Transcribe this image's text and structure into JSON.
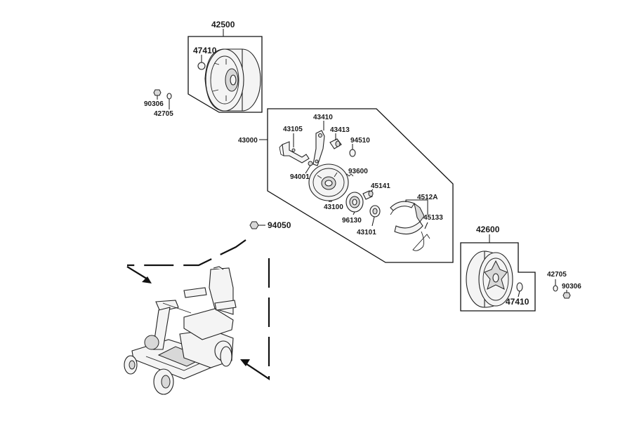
{
  "parts": {
    "rear_wheel_left_assembly": "42500",
    "hub_cap_left": "47410",
    "nut_left": "90306",
    "washer_left": "42705",
    "brake_assembly": "43000",
    "brake_bracket": "43105",
    "brake_lever": "43410",
    "lever_pin": "43413",
    "e_clip": "94510",
    "bolt_94001": "94001",
    "spring_93600": "93600",
    "brake_drum_plate": "43100",
    "bearing_spacer": "45141",
    "shoe_set": "4512A",
    "bearing": "96130",
    "spring_45133": "45133",
    "collar": "43101",
    "axle_nut": "94050",
    "rear_wheel_right_assembly": "42600",
    "washer_right": "42705",
    "nut_right": "90306",
    "hub_cap_right": "47410"
  }
}
